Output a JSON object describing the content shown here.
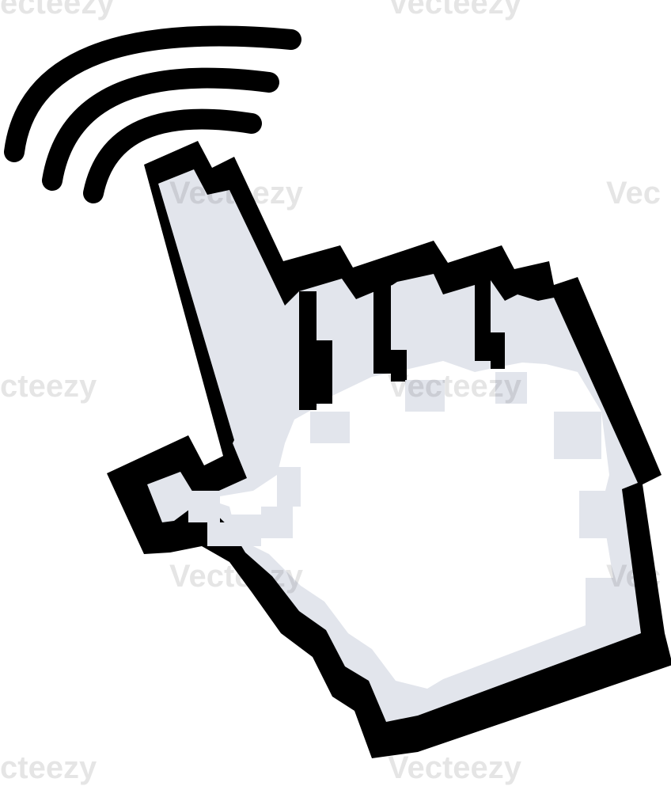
{
  "watermark": {
    "text": "Vecteezy",
    "partial_left": "ecteezy",
    "partial_mid": "cteezy",
    "partial_right": "Vec"
  },
  "colors": {
    "outline": "#000000",
    "hand_fill": "#ffffff",
    "hand_shade": "#e2e5ec",
    "waves": "#000000",
    "background": "#ffffff"
  },
  "icons": {
    "main": "pointing-hand-cursor-icon",
    "signal": "click-signal-waves-icon"
  }
}
